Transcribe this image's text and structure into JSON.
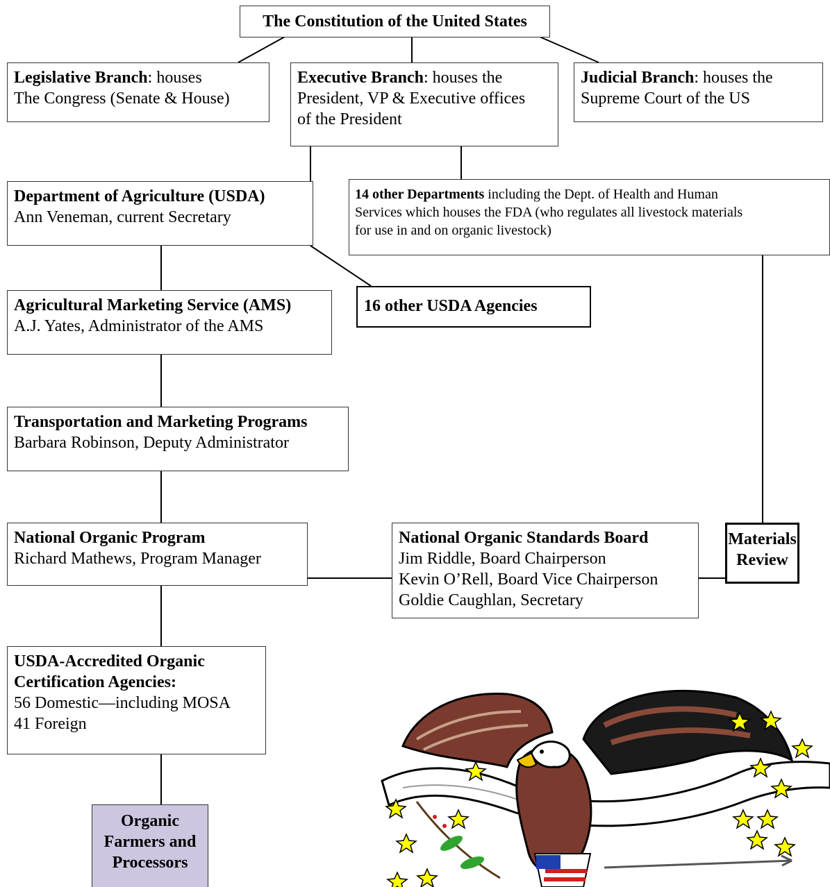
{
  "constitution": "The Constitution of the United States",
  "legislative": {
    "title": "Legislative Branch",
    "rest": ": houses",
    "line2": "The Congress (Senate & House)"
  },
  "executive": {
    "title": "Executive Branch",
    "rest": ": houses the",
    "line2": "President, VP & Executive offices",
    "line3": "of the President"
  },
  "judicial": {
    "title": "Judicial Branch",
    "rest": ": houses the",
    "line2": "Supreme Court of the US"
  },
  "usda": {
    "title": "Department of Agriculture (USDA)",
    "line2": "Ann Veneman, current Secretary"
  },
  "other_departments": {
    "title": "14 other Departments",
    "rest": " including the Dept. of Health and Human",
    "line2": "Services which houses the FDA (who regulates all livestock materials",
    "line3": "for use in and on organic livestock)"
  },
  "ams": {
    "title": "Agricultural Marketing Service (AMS)",
    "line2": "A.J. Yates, Administrator of the AMS"
  },
  "other_agencies": "16 other USDA Agencies",
  "tmp": {
    "title": "Transportation and Marketing Programs",
    "line2": "Barbara Robinson, Deputy Administrator"
  },
  "nop": {
    "title": "National Organic Program",
    "line2": "Richard Mathews, Program Manager"
  },
  "nosb": {
    "title": "National Organic Standards Board",
    "line2": "Jim Riddle, Board Chairperson",
    "line3": "Kevin O’Rell, Board Vice Chairperson",
    "line4": "Goldie Caughlan, Secretary"
  },
  "materials": {
    "line1": "Materials",
    "line2": "Review"
  },
  "certifiers": {
    "title1": "USDA-Accredited Organic",
    "title2": "Certification Agencies:",
    "line3": "56 Domestic—including MOSA",
    "line4": "41 Foreign"
  },
  "farmers": {
    "line1": "Organic",
    "line2": "Farmers and",
    "line3": "Processors"
  },
  "colors": {
    "farmers_fill": "#cdc6e0",
    "eagle_brown": "#7a3b2e",
    "star_yellow": "#ffff00"
  },
  "illustration": "eagle-clipart"
}
